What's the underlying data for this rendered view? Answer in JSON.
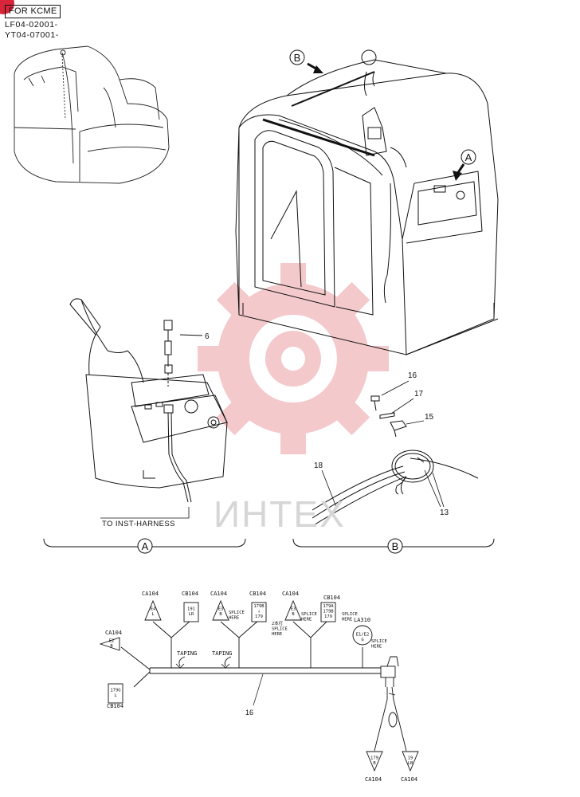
{
  "header": {
    "variant_label": "FOR KCME",
    "serial_ranges": [
      "LF04-02001-",
      "YT04-07001-"
    ]
  },
  "watermark": {
    "text": "ИНТЕХ",
    "color": "#e8a0a4"
  },
  "views": {
    "view_a": {
      "arrow_label": "A",
      "section_label": "A",
      "callout_6": "6",
      "harness_note": "TO INST-HARNESS"
    },
    "view_b": {
      "arrow_label": "B",
      "section_label": "B",
      "callouts": [
        "16",
        "17",
        "15",
        "18",
        "13"
      ]
    }
  },
  "harness": {
    "part_number": "16",
    "taping_labels": [
      "TAPING",
      "TAPING"
    ],
    "connectors": [
      {
        "code": "CA104",
        "tag": "E4\nL"
      },
      {
        "code": "CB104",
        "tag": "191\nLR"
      },
      {
        "code": "CA104",
        "tag": "E3\nB",
        "note": "SPLICE\nHERE"
      },
      {
        "code": "CB104",
        "tag": "179B\n↓\n179",
        "note": "2本打\nSPLICE\nHERE"
      },
      {
        "code": "CA104",
        "tag": "E3\nB",
        "note": "SPLICE\nHERE"
      },
      {
        "code": "CB104",
        "tag": "179A\n179B\n179",
        "note": "SPLICE\nHERE"
      },
      {
        "code": "LA310",
        "tag": "E1/E2\nG",
        "note": "SPLICE\nHERE"
      },
      {
        "code": "CA104",
        "tag": "E2\nB"
      },
      {
        "code": "CB104",
        "tag": "179G\nL"
      },
      {
        "code": "CA104",
        "tag": "179\nB"
      },
      {
        "code": "CA104",
        "tag": "19\nLB"
      }
    ]
  }
}
